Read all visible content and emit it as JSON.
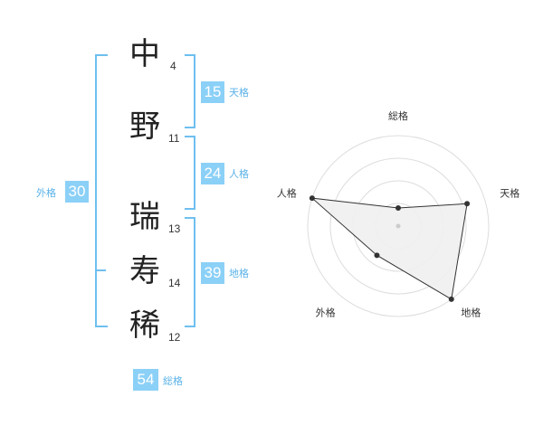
{
  "name": {
    "characters": [
      {
        "char": "中",
        "strokes": "4"
      },
      {
        "char": "野",
        "strokes": "11"
      },
      {
        "char": "瑞",
        "strokes": "13"
      },
      {
        "char": "寿",
        "strokes": "14"
      },
      {
        "char": "稀",
        "strokes": "12"
      }
    ]
  },
  "kakusu": {
    "tenkaku": {
      "value": "15",
      "label": "天格"
    },
    "jinkaku": {
      "value": "24",
      "label": "人格"
    },
    "chikaku": {
      "value": "39",
      "label": "地格"
    },
    "gaikaku": {
      "value": "30",
      "label": "外格"
    },
    "soukaku": {
      "value": "54",
      "label": "総格"
    }
  },
  "colors": {
    "accent": "#8bd0f7",
    "bracket": "#6ebff0",
    "label": "#5ab2e8",
    "radar_fill": "#efefef",
    "radar_grid": "#dddddd",
    "radar_line": "#333333"
  },
  "chart_data": {
    "type": "radar",
    "axes": [
      "総格",
      "天格",
      "地格",
      "外格",
      "人格"
    ],
    "values": [
      1,
      4,
      5,
      2,
      5
    ],
    "max": 5,
    "rings": 4
  }
}
